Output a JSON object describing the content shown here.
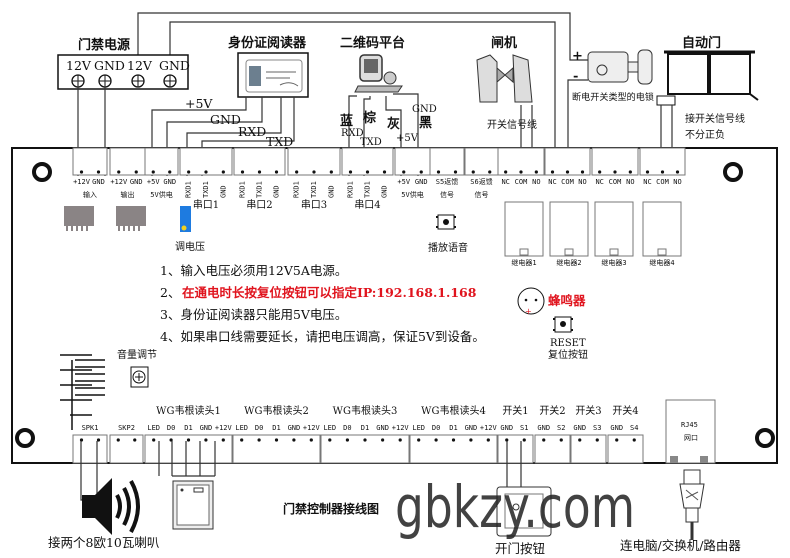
{
  "power": {
    "title": "门禁电源",
    "terminals": [
      "12V",
      "GND",
      "12V",
      "GND"
    ]
  },
  "id_reader": {
    "title": "身份证阅读器",
    "wires": [
      "+5V",
      "GND",
      "RXD",
      "TXD"
    ]
  },
  "qr_platform": {
    "title": "二维码平台",
    "colors": [
      "蓝",
      "棕",
      "灰",
      "GND",
      "黑"
    ],
    "signals": [
      "RXD",
      "TXD",
      "+5V"
    ]
  },
  "gate": {
    "title": "闸机",
    "signal_label": "开关信号线"
  },
  "lock": {
    "plus": "+",
    "minus": "-",
    "label": "断电开关类型的电锁"
  },
  "auto_door": {
    "title": "自动门",
    "note1": "接开关信号线",
    "note2": "不分正负"
  },
  "top_connectors": [
    {
      "label": "输入",
      "pins": [
        "+12V",
        "GND"
      ]
    },
    {
      "label": "输出",
      "pins": [
        "+12V",
        "GND"
      ]
    },
    {
      "label": "5V供电",
      "pins": [
        "+5V",
        "GND"
      ]
    },
    {
      "label": "串口1",
      "pins": [
        "RXD1",
        "TXD1",
        "GND"
      ]
    },
    {
      "label": "串口2",
      "pins": [
        "RXD1",
        "TXD1",
        "GND"
      ]
    },
    {
      "label": "串口3",
      "pins": [
        "RXD1",
        "TXD1",
        "GND"
      ]
    },
    {
      "label": "串口4",
      "pins": [
        "RXD1",
        "TXD1",
        "GND"
      ]
    },
    {
      "label": "5V供电",
      "pins": [
        "+5V",
        "GND"
      ]
    },
    {
      "label": "S5返馈",
      "label2": "信号",
      "pins": [
        "",
        ""
      ]
    },
    {
      "label": "S6返馈",
      "label2": "信号",
      "pins": [
        "",
        ""
      ]
    },
    {
      "label": "",
      "pins": [
        "NC",
        "COM",
        "NO"
      ]
    },
    {
      "label": "",
      "pins": [
        "NC",
        "COM",
        "NO"
      ]
    },
    {
      "label": "",
      "pins": [
        "NC",
        "COM",
        "NO"
      ]
    },
    {
      "label": "",
      "pins": [
        "NC",
        "COM",
        "NO"
      ]
    }
  ],
  "relays": [
    "继电器1",
    "继电器2",
    "继电器3",
    "继电器4"
  ],
  "board": {
    "adjust_voltage": "调电压",
    "play_voice": "播放语音",
    "notes": [
      "1、输入电压必须用12V5A电源。",
      "2、",
      "3、身份证阅读器只能用5V电压。",
      "4、如果串口线需要延长，请把电压调高，保证5V到设备。"
    ],
    "note2_red": "在通电时长按复位按钮可以指定IP:192.168.1.168",
    "buzzer": "蜂鸣器",
    "reset": "RESET",
    "reset_cn": "复位按钮",
    "volume": "音量调节",
    "rj45": "RJ45",
    "rj45_cn": "网口",
    "accent_red": "#e0141e",
    "regulator_blue": "#1e7be0"
  },
  "bottom_connectors": [
    {
      "label": "",
      "pins_label": "SPK1"
    },
    {
      "label": "",
      "pins_label": "SKP2"
    },
    {
      "label": "WG韦根读头1",
      "pins": [
        "LED",
        "D0",
        "D1",
        "GND",
        "+12V"
      ]
    },
    {
      "label": "WG韦根读头2",
      "pins": [
        "LED",
        "D0",
        "D1",
        "GND",
        "+12V"
      ]
    },
    {
      "label": "WG韦根读头3",
      "pins": [
        "LED",
        "D0",
        "D1",
        "GND",
        "+12V"
      ]
    },
    {
      "label": "WG韦根读头4",
      "pins": [
        "LED",
        "D0",
        "D1",
        "GND",
        "+12V"
      ]
    },
    {
      "label": "开关1",
      "pins": [
        "GND",
        "S1"
      ]
    },
    {
      "label": "开关2",
      "pins": [
        "GND",
        "S2"
      ]
    },
    {
      "label": "开关3",
      "pins": [
        "GND",
        "S3"
      ]
    },
    {
      "label": "开关4",
      "pins": [
        "GND",
        "S4"
      ]
    }
  ],
  "bottom": {
    "speaker": "接两个8欧10瓦喇叭",
    "title": "门禁控制器接线图",
    "watermark": "gbkzy.com",
    "exit_button": "开门按钮",
    "network": "连电脑/交换机/路由器"
  }
}
